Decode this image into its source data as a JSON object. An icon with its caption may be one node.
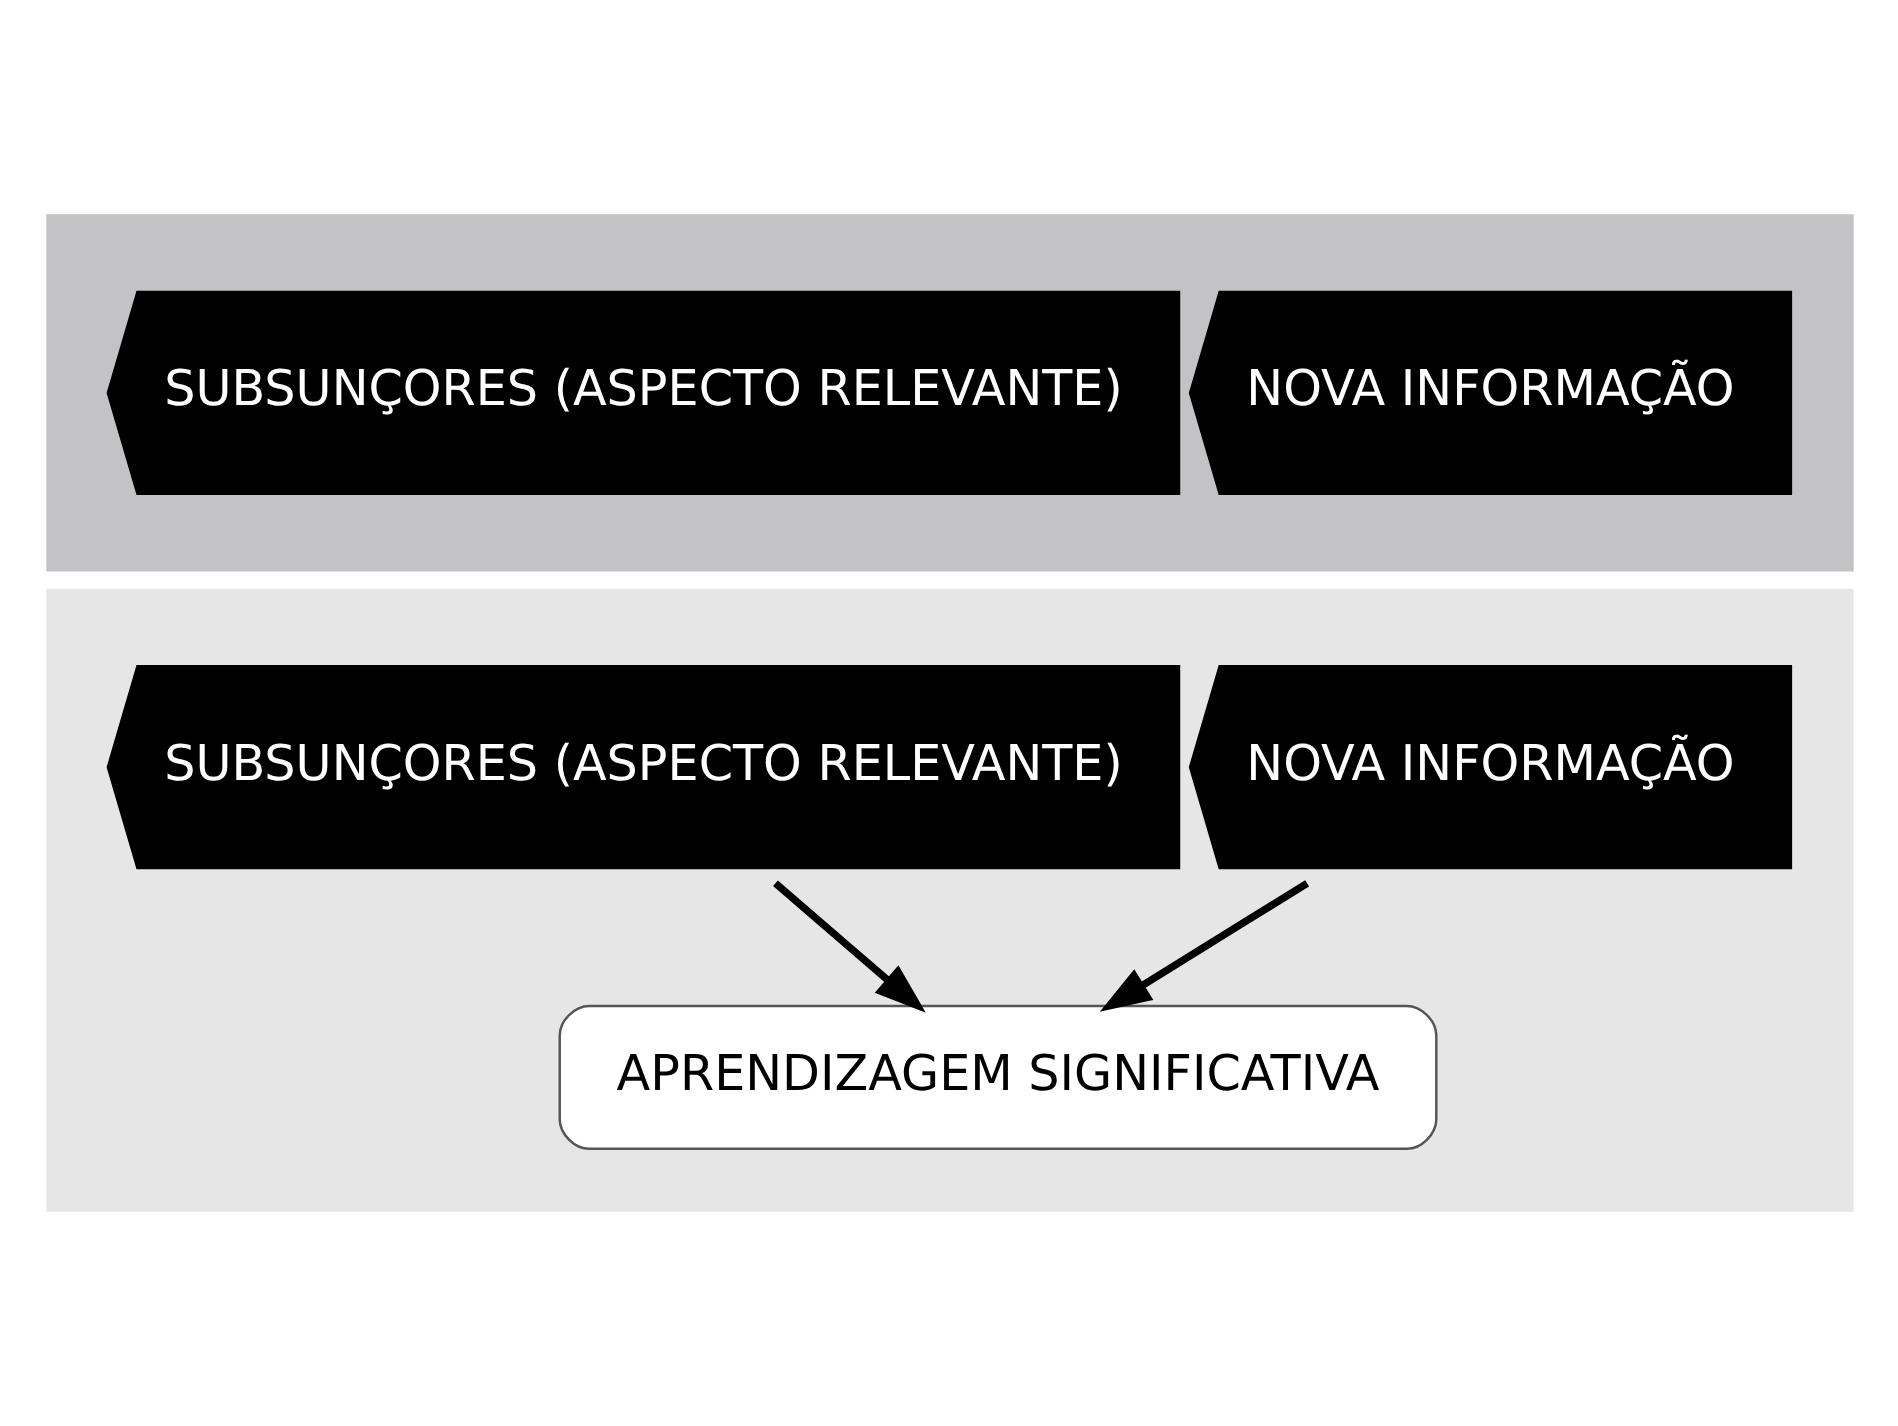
{
  "diagram": {
    "nodes": [
      {
        "text": [],
        "shape": "box"
      },
      {
        "text": [
          "SUBSUNÇORES (ASPECTO RELEVANTE)"
        ],
        "in": 0
      },
      {
        "text": [
          "NOVA INFORMAÇÃO"
        ],
        "in": 0
      },
      {
        "text": [],
        "shape": "box"
      },
      {
        "text": [
          "SUBSUNÇORES (ASPECTO RELEVANTE)"
        ],
        "in": 3
      },
      {
        "text": [
          "NOVA INFORMAÇÃO"
        ],
        "in": 3
      },
      {
        "text": [
          "APRENDIZAGEM SIGNIFICATIVA"
        ],
        "in": 3
      }
    ],
    "edges": [
      {
        "from": 4,
        "to": 6,
        "arrow": "to"
      },
      {
        "from": 5,
        "to": 6,
        "arrow": "to"
      }
    ]
  }
}
